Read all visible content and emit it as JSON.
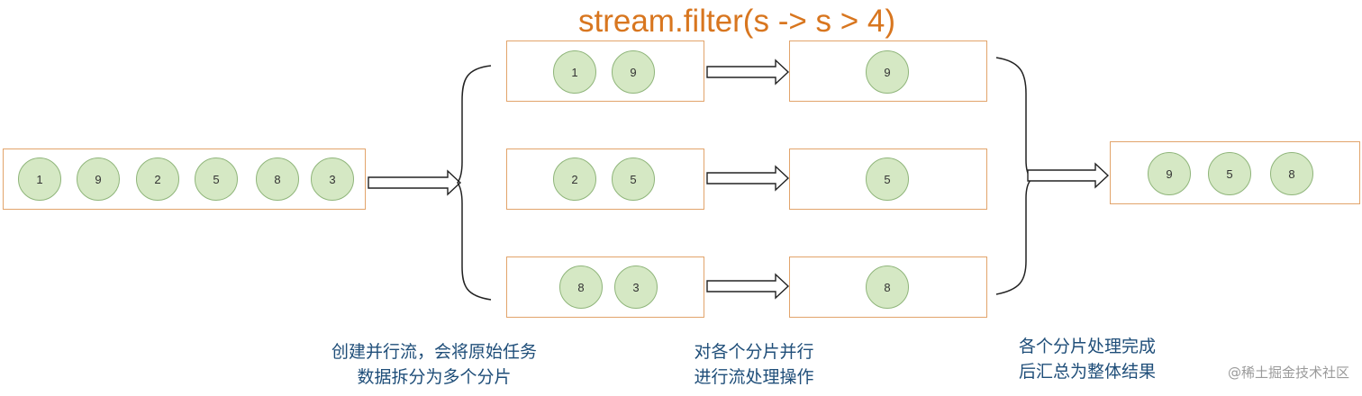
{
  "title": "stream.filter(s -> s > 4)",
  "source": {
    "items": [
      "1",
      "9",
      "2",
      "5",
      "8",
      "3"
    ]
  },
  "split": [
    {
      "items": [
        "1",
        "9"
      ]
    },
    {
      "items": [
        "2",
        "5"
      ]
    },
    {
      "items": [
        "8",
        "3"
      ]
    }
  ],
  "filtered": [
    {
      "items": [
        "9"
      ]
    },
    {
      "items": [
        "5"
      ]
    },
    {
      "items": [
        "8"
      ]
    }
  ],
  "result": {
    "items": [
      "9",
      "5",
      "8"
    ]
  },
  "captions": {
    "split_line1": "创建并行流，会将原始任务",
    "split_line2": "数据拆分为多个分片",
    "process_line1": "对各个分片并行",
    "process_line2": "进行流处理操作",
    "merge_line1": "各个分片处理完成",
    "merge_line2": "后汇总为整体结果"
  },
  "watermark": "@稀土掘金技术社区",
  "colors": {
    "box_border": "#e2a46b",
    "ball_fill": "#d5e8c4",
    "ball_border": "#8fb57a",
    "title": "#d8761f",
    "caption": "#1f4e79",
    "arrow": "#222222"
  }
}
